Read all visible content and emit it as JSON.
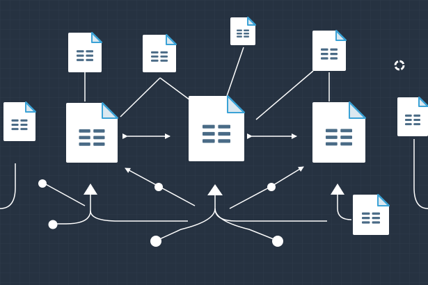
{
  "diagram": {
    "kind": "document-network",
    "colors": {
      "background": "#263241",
      "grid": "#2e3b4b",
      "line": "#ffffff",
      "doc": "#ffffff",
      "fold": "#3aa2d6",
      "bars": "#4a6b86"
    },
    "icons": {
      "document": "document-icon",
      "arrow": "double-arrow",
      "triangle": "up-triangle-marker",
      "dot": "node-dot",
      "ring": "loading-ring-icon"
    }
  }
}
